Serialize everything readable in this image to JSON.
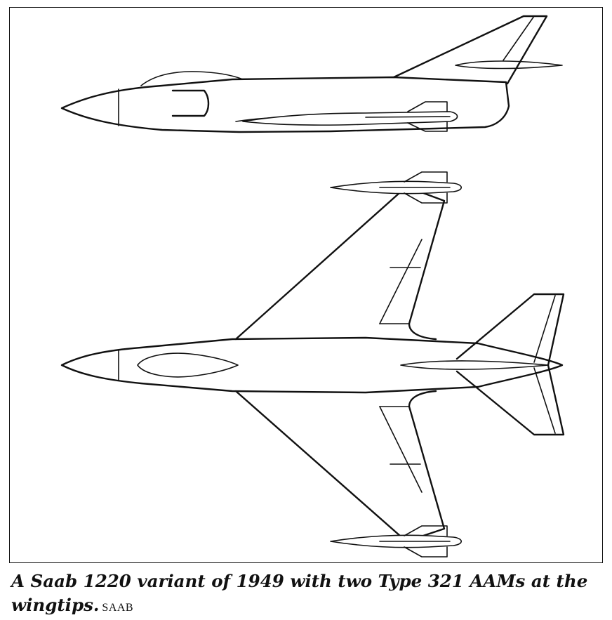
{
  "caption": {
    "text": "A Saab 1220 variant of 1949 with two Type 321 AAMs at the wingtips.",
    "credit": "SAAB"
  },
  "figure": {
    "views": [
      "side-view",
      "top-view"
    ],
    "line_color": "#111111",
    "background": "#ffffff"
  }
}
